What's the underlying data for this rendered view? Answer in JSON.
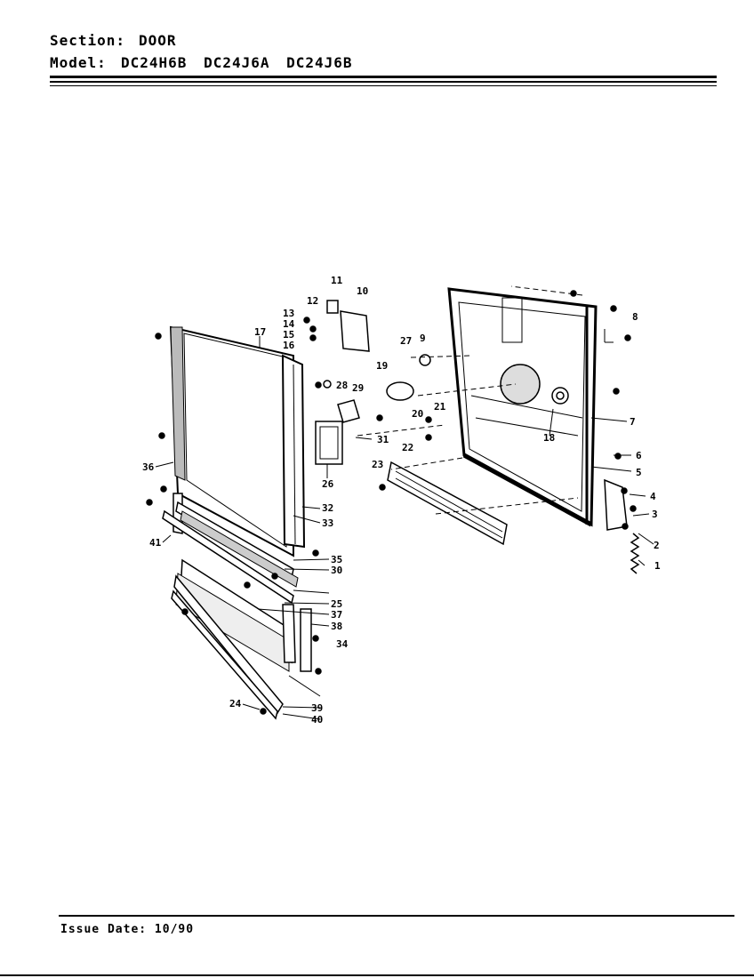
{
  "header": {
    "section_label": "Section:",
    "section_value": "DOOR",
    "model_label": "Model:",
    "model_values": "DC24H6B  DC24J6A  DC24J6B"
  },
  "part_numbers": [
    "1",
    "2",
    "3",
    "4",
    "5",
    "6",
    "7",
    "8",
    "9",
    "10",
    "11",
    "12",
    "13",
    "14",
    "15",
    "16",
    "17",
    "18",
    "19",
    "20",
    "21",
    "22",
    "23",
    "24",
    "25",
    "26",
    "27",
    "28",
    "29",
    "30",
    "31",
    "32",
    "33",
    "34",
    "35",
    "36",
    "37",
    "38",
    "39",
    "40",
    "41"
  ],
  "footer": {
    "issue_date": "Issue Date: 10/90"
  }
}
